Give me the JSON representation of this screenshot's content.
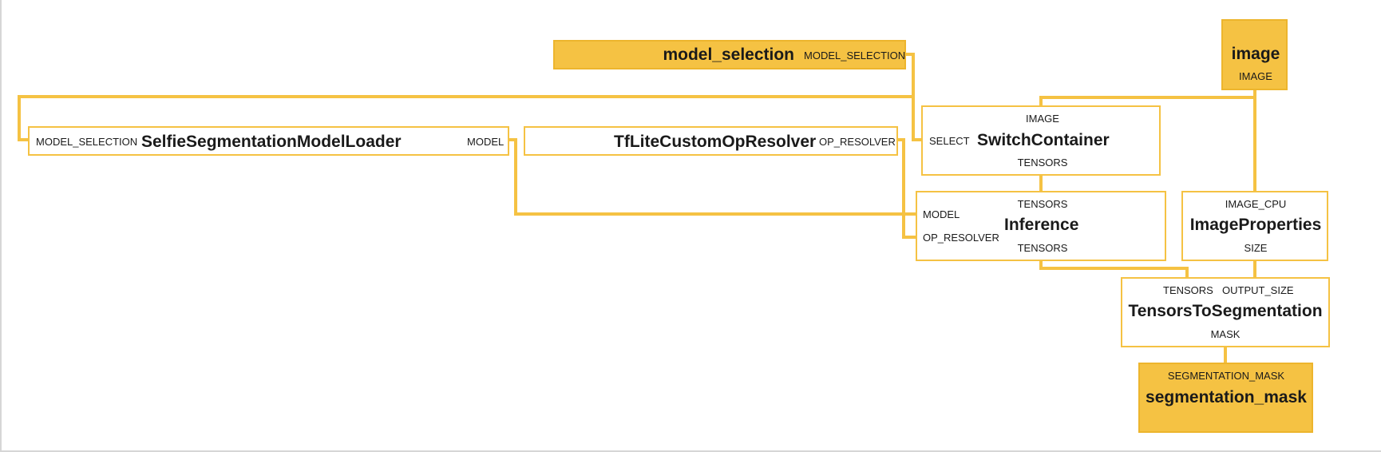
{
  "graph": {
    "edge_color": "#f5c243",
    "node_fill": "#f5c243",
    "node_border": "#f5c243",
    "inputs": {
      "model_selection": {
        "label": "model_selection",
        "port_out": "MODEL_SELECTION"
      },
      "image": {
        "label": "image",
        "port_out": "IMAGE"
      }
    },
    "nodes": {
      "selfie_loader": {
        "label": "SelfieSegmentationModelLoader",
        "port_in": "MODEL_SELECTION",
        "port_out": "MODEL"
      },
      "op_resolver": {
        "label": "TfLiteCustomOpResolver",
        "port_out": "OP_RESOLVER"
      },
      "switch": {
        "label": "SwitchContainer",
        "port_top": "IMAGE",
        "port_left": "SELECT",
        "port_bottom": "TENSORS"
      },
      "inference": {
        "label": "Inference",
        "port_top": "TENSORS",
        "port_left_1": "MODEL",
        "port_left_2": "OP_RESOLVER",
        "port_bottom": "TENSORS"
      },
      "image_properties": {
        "label": "ImageProperties",
        "port_top": "IMAGE_CPU",
        "port_bottom": "SIZE"
      },
      "tensors_to_seg": {
        "label": "TensorsToSegmentation",
        "port_top_1": "TENSORS",
        "port_top_2": "OUTPUT_SIZE",
        "port_bottom": "MASK"
      }
    },
    "outputs": {
      "segmentation_mask": {
        "label": "segmentation_mask",
        "port_in": "SEGMENTATION_MASK"
      }
    }
  }
}
